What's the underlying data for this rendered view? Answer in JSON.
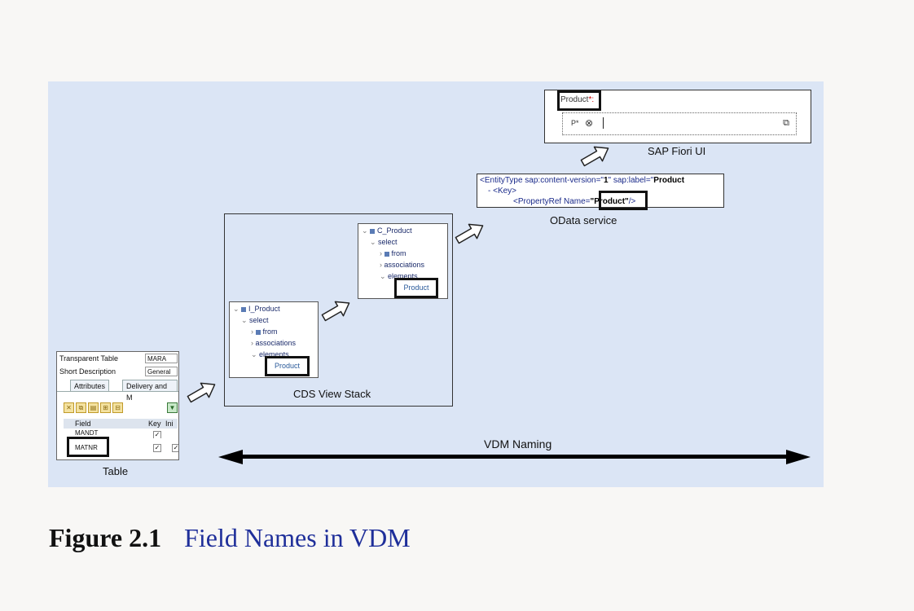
{
  "table_shot": {
    "transparent_table_label": "Transparent Table",
    "transparent_table_value": "MARA",
    "short_description_label": "Short Description",
    "short_description_value": "General",
    "tabs": [
      "Attributes",
      "Delivery and M"
    ],
    "columns": [
      "Field",
      "Key",
      "Ini"
    ],
    "rows": [
      "MANDT",
      "MATNR"
    ],
    "caption": "Table"
  },
  "cds": {
    "stack_caption": "CDS View Stack",
    "lower_view": {
      "root": "I_Product",
      "select": "select",
      "from": "from",
      "associations": "associations",
      "elements": "elements",
      "field": "Product"
    },
    "upper_view": {
      "root": "C_Product",
      "select": "select",
      "from": "from",
      "associations": "associations",
      "elements": "elements",
      "field": "Product"
    }
  },
  "odata": {
    "line1_prefix": "<EntityType sap:content-version=\"",
    "line1_version": "1",
    "line1_mid": "\" sap:label=\"",
    "line1_label": "Product",
    "line2": "- <Key>",
    "line3_prefix": "<PropertyRef Name=",
    "line3_value": "\"Product\"",
    "line3_suffix": "/>",
    "caption": "OData service"
  },
  "fiori": {
    "field_label": "Product",
    "required_marker": "*:",
    "value_help_prefix": "P*",
    "caption": "SAP Fiori UI"
  },
  "vdm_naming_label": "VDM Naming",
  "figure": {
    "number": "Figure 2.1",
    "title": "Field Names in VDM"
  },
  "colors": {
    "panel_background": "#dbe5f5",
    "caption_title": "#1f2f9a"
  }
}
